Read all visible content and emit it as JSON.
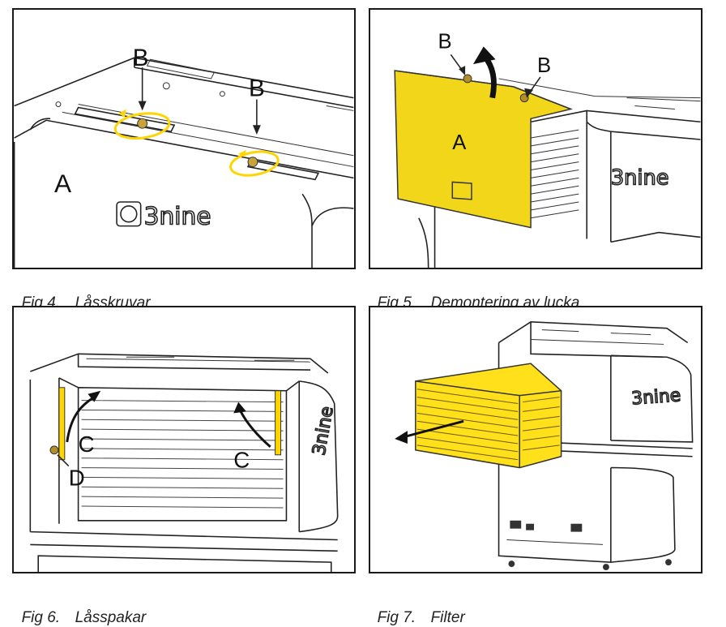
{
  "figures": [
    {
      "number": "Fig 4.",
      "title": "Låsskruvar",
      "callouts": {
        "a": "A",
        "b1": "B",
        "b2": "B"
      },
      "logo_text": "3nine",
      "highlight_color": "#ffd500"
    },
    {
      "number": "Fig 5.",
      "title": "Demontering av lucka",
      "callouts": {
        "a": "A",
        "b1": "B",
        "b2": "B"
      },
      "logo_text": "3nine",
      "highlight_color": "#f2d61a"
    },
    {
      "number": "Fig 6.",
      "title": "Låsspakar",
      "callouts": {
        "c1": "C",
        "c2": "C",
        "d": "D"
      },
      "logo_text": "3nine",
      "highlight_color": "#ffd500"
    },
    {
      "number": "Fig 7.",
      "title": "Filter",
      "logo_text": "3nine",
      "highlight_color": "#ffe01a"
    }
  ]
}
